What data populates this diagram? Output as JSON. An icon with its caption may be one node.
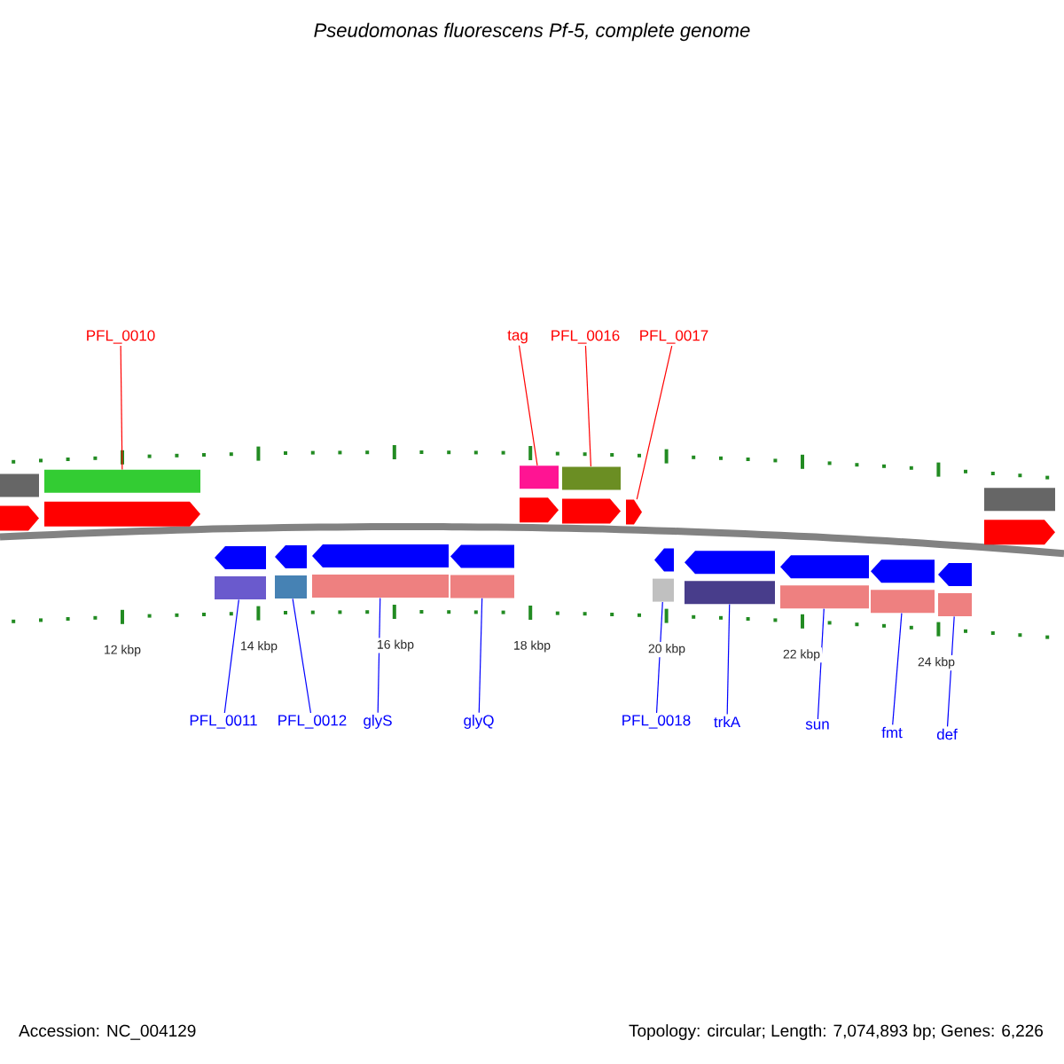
{
  "diagram": {
    "title": "Pseudomonas fluorescens Pf-5, complete genome",
    "nodes": [
      {
        "text": [
          "PFL_0010"
        ]
      },
      {
        "text": [
          "tag"
        ]
      },
      {
        "text": [
          "PFL_0016"
        ]
      },
      {
        "text": [
          "PFL_0017"
        ]
      },
      {
        "text": [
          "PFL_0011"
        ]
      },
      {
        "text": [
          "PFL_0012"
        ]
      },
      {
        "text": [
          "glyS"
        ]
      },
      {
        "text": [
          "glyQ"
        ]
      },
      {
        "text": [
          "PFL_0018"
        ]
      },
      {
        "text": [
          "trkA"
        ]
      },
      {
        "text": [
          "sun"
        ]
      },
      {
        "text": [
          "fmt"
        ]
      },
      {
        "text": [
          "def"
        ]
      },
      {
        "text": [],
        "shape": "box"
      },
      {
        "text": [],
        "shape": "box"
      },
      {
        "text": [],
        "shape": "box"
      },
      {
        "text": [],
        "shape": "box"
      },
      {
        "text": [],
        "shape": "box"
      },
      {
        "text": [],
        "shape": "pentagon"
      },
      {
        "text": [],
        "shape": "pentagon"
      },
      {
        "text": [],
        "shape": "pentagon"
      },
      {
        "text": [],
        "shape": "pentagon"
      },
      {
        "text": [],
        "shape": "pentagon"
      },
      {
        "text": [],
        "shape": "pentagon"
      },
      {
        "text": [],
        "shape": "pentagon"
      },
      {
        "text": [],
        "shape": "pentagon"
      },
      {
        "text": [],
        "shape": "pentagon"
      },
      {
        "text": [],
        "shape": "pentagon"
      },
      {
        "text": [],
        "shape": "pentagon"
      },
      {
        "text": [],
        "shape": "pentagon"
      },
      {
        "text": [],
        "shape": "pentagon"
      },
      {
        "text": [],
        "shape": "pentagon"
      },
      {
        "text": [],
        "shape": "pentagon"
      },
      {
        "text": [],
        "shape": "box"
      },
      {
        "text": [],
        "shape": "box"
      },
      {
        "text": [],
        "shape": "box"
      },
      {
        "text": [],
        "shape": "box"
      },
      {
        "text": [],
        "shape": "box"
      },
      {
        "text": [],
        "shape": "box"
      },
      {
        "text": [],
        "shape": "box"
      },
      {
        "text": [],
        "shape": "box"
      },
      {
        "text": [],
        "shape": "box"
      }
    ],
    "edges": [
      {
        "from": 0,
        "to": 14,
        "arrow": "none",
        "color": "#ff0000"
      },
      {
        "from": 1,
        "to": 15,
        "arrow": "none",
        "color": "#ff0000"
      },
      {
        "from": 2,
        "to": 16,
        "arrow": "none",
        "color": "#ff0000"
      },
      {
        "from": 3,
        "to": 22,
        "arrow": "none",
        "color": "#ff0000"
      },
      {
        "from": 4,
        "to": 33,
        "arrow": "none"
      },
      {
        "from": 5,
        "to": 34,
        "arrow": "none"
      },
      {
        "from": 6,
        "to": 35,
        "arrow": "none"
      },
      {
        "from": 7,
        "to": 36,
        "arrow": "none"
      },
      {
        "from": 8,
        "to": 37,
        "arrow": "none"
      },
      {
        "from": 9,
        "to": 38,
        "arrow": "none"
      },
      {
        "from": 10,
        "to": 39,
        "arrow": "none"
      },
      {
        "from": 11,
        "to": 40,
        "arrow": "none"
      },
      {
        "from": 12,
        "to": 41,
        "arrow": "none"
      }
    ],
    "labels": [
      "12 kbp",
      "14 kbp",
      "16 kbp",
      "18 kbp",
      "20 kbp",
      "22 kbp",
      "24 kbp",
      "Accession: NC_004129",
      "Topology: circular; Length: 7,074,893 bp; Genes: 6,226"
    ]
  }
}
